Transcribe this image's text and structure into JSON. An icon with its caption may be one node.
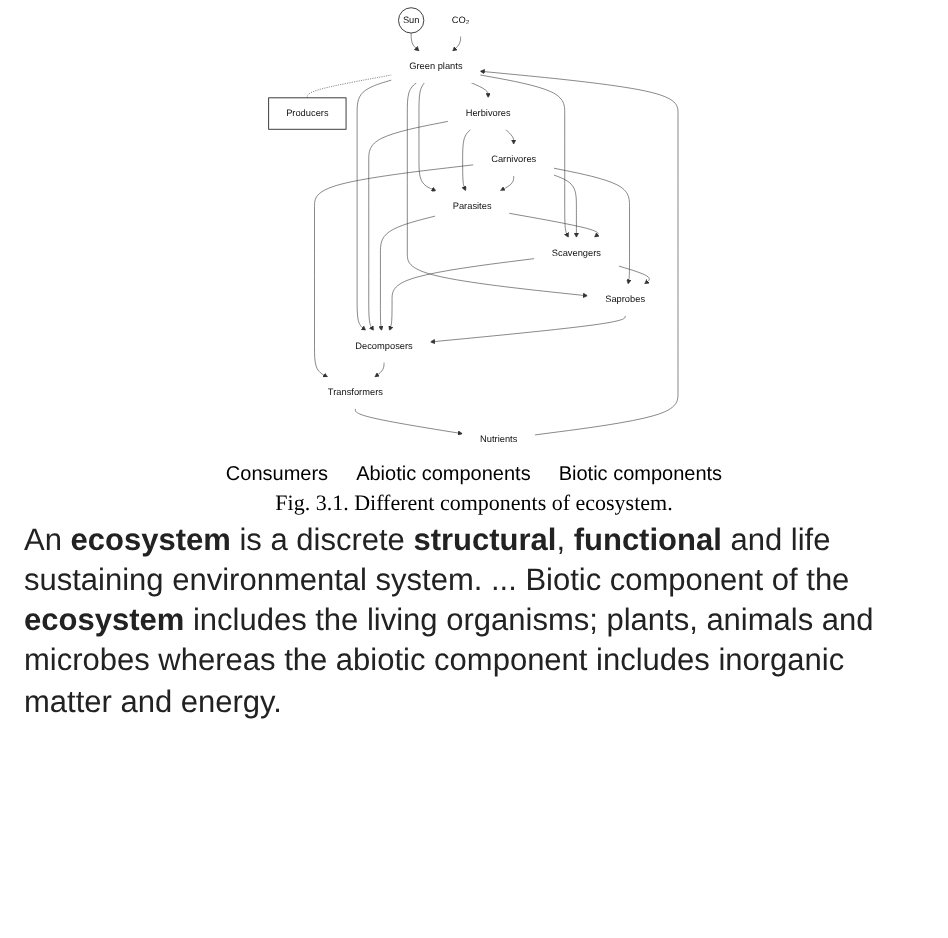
{
  "diagram": {
    "caption": "Fig. 3.1. Different components of ecosystem.",
    "nodes": [
      {
        "text": [
          "Sun"
        ]
      },
      {
        "text": [
          "CO₂"
        ]
      },
      {
        "text": [
          "Green plants"
        ]
      },
      {
        "text": [
          "Producers"
        ]
      },
      {
        "text": [
          "Nutrients"
        ]
      },
      {
        "text": [
          "Herbivores"
        ]
      },
      {
        "text": [
          "Carnivores"
        ]
      },
      {
        "text": [
          "Parasites"
        ]
      },
      {
        "text": [
          "Scavengers"
        ]
      },
      {
        "text": [
          "Saprobes"
        ]
      },
      {
        "text": [
          "Decomposers"
        ]
      },
      {
        "text": [
          "Transformers"
        ]
      }
    ],
    "edges": [
      {
        "from": 0,
        "to": 2,
        "arrow": "to"
      },
      {
        "from": 1,
        "to": 2,
        "arrow": "to"
      },
      {
        "from": 4,
        "to": 2,
        "arrow": "to"
      },
      {
        "from": 2,
        "to": 3,
        "arrow": "none",
        "style": "dashed"
      },
      {
        "from": 2,
        "to": 5,
        "arrow": "to"
      },
      {
        "from": 2,
        "to": 7,
        "arrow": "to"
      },
      {
        "from": 2,
        "to": 8,
        "arrow": "to"
      },
      {
        "from": 2,
        "to": 9,
        "arrow": "to"
      },
      {
        "from": 2,
        "to": 10,
        "arrow": "to"
      },
      {
        "from": 5,
        "to": 7,
        "arrow": "to"
      },
      {
        "from": 5,
        "to": 6,
        "arrow": "to"
      },
      {
        "from": 5,
        "to": 10,
        "arrow": "to"
      },
      {
        "from": 6,
        "to": 7,
        "arrow": "to"
      },
      {
        "from": 6,
        "to": 8,
        "arrow": "to"
      },
      {
        "from": 6,
        "to": 9,
        "arrow": "to"
      },
      {
        "from": 6,
        "to": 11,
        "arrow": "to"
      },
      {
        "from": 7,
        "to": 8,
        "arrow": "to"
      },
      {
        "from": 7,
        "to": 10,
        "arrow": "to"
      },
      {
        "from": 8,
        "to": 9,
        "arrow": "to"
      },
      {
        "from": 8,
        "to": 10,
        "arrow": "to"
      },
      {
        "from": 9,
        "to": 10,
        "arrow": "to"
      },
      {
        "from": 10,
        "to": 11,
        "arrow": "to"
      },
      {
        "from": 11,
        "to": 4,
        "arrow": "to"
      }
    ],
    "labels": [
      "Consumers",
      "Abiotic components",
      "Biotic components",
      "An **ecosystem** is a discrete **structural**, **functional** and life sustaining environmental system. ... Biotic component of the **ecosystem** includes the living organisms; plants, animals and microbes whereas the abiotic component includes inorganic matter and energy."
    ]
  }
}
